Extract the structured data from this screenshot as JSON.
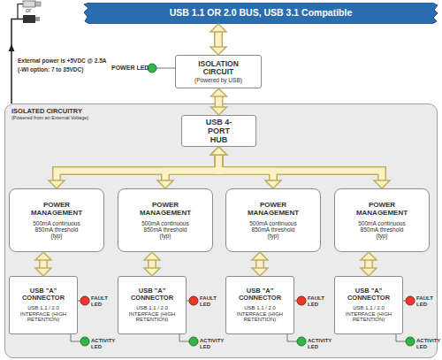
{
  "diagram": {
    "nodes": [
      {
        "text": [
          "USB 1.1 OR 2.0 BUS, USB 3.1 Compatible"
        ]
      },
      {
        "text": [
          "ISOLATION CIRCUIT",
          "(Powered by USB)"
        ]
      },
      {
        "text": [
          "ISOLATED CIRCUITRY",
          "(Powered from an External Voltage)"
        ]
      },
      {
        "text": [
          "USB 4-PORT HUB"
        ],
        "in": 2
      },
      {
        "text": [
          "POWER MANAGEMENT",
          "500mA continuous 850mA threshold (typ)"
        ],
        "in": 2
      },
      {
        "text": [
          "POWER MANAGEMENT",
          "500mA continuous 850mA threshold (typ)"
        ],
        "in": 2
      },
      {
        "text": [
          "POWER MANAGEMENT",
          "500mA continuous 850mA threshold (typ)"
        ],
        "in": 2
      },
      {
        "text": [
          "POWER MANAGEMENT",
          "500mA continuous 850mA threshold (typ)"
        ],
        "in": 2
      },
      {
        "text": [
          "USB \"A\" CONNECTOR",
          "USB 1.1 / 2.0 INTERFACE (HIGH RETENTION)"
        ],
        "in": 2
      },
      {
        "text": [
          "USB \"A\" CONNECTOR",
          "USB 1.1 / 2.0 INTERFACE (HIGH RETENTION)"
        ],
        "in": 2
      },
      {
        "text": [
          "USB \"A\" CONNECTOR",
          "USB 1.1 / 2.0 INTERFACE (HIGH RETENTION)"
        ],
        "in": 2
      },
      {
        "text": [
          "USB \"A\" CONNECTOR",
          "USB 1.1 / 2.0 INTERFACE (HIGH RETENTION)"
        ],
        "in": 2
      }
    ],
    "edges": [
      {
        "from": 0,
        "to": 1,
        "arrow": "both"
      },
      {
        "from": 1,
        "to": 3,
        "arrow": "both"
      },
      {
        "from": 3,
        "to": 4,
        "arrow": "both"
      },
      {
        "from": 3,
        "to": 5,
        "arrow": "both"
      },
      {
        "from": 3,
        "to": 6,
        "arrow": "both"
      },
      {
        "from": 3,
        "to": 7,
        "arrow": "both"
      },
      {
        "from": 4,
        "to": 8,
        "arrow": "both"
      },
      {
        "from": 5,
        "to": 9,
        "arrow": "both"
      },
      {
        "from": 6,
        "to": 10,
        "arrow": "both"
      },
      {
        "from": 7,
        "to": 11,
        "arrow": "both"
      }
    ],
    "labels": [
      "or",
      "External power is +5VDC @ 2.5A",
      "(-WI option: 7 to 35VDC)",
      "POWER LED",
      "FAULT LED",
      "ACTIVITY LED",
      "FAULT LED",
      "ACTIVITY LED",
      "FAULT LED",
      "ACTIVITY LED",
      "FAULT LED",
      "ACTIVITY LED"
    ]
  }
}
